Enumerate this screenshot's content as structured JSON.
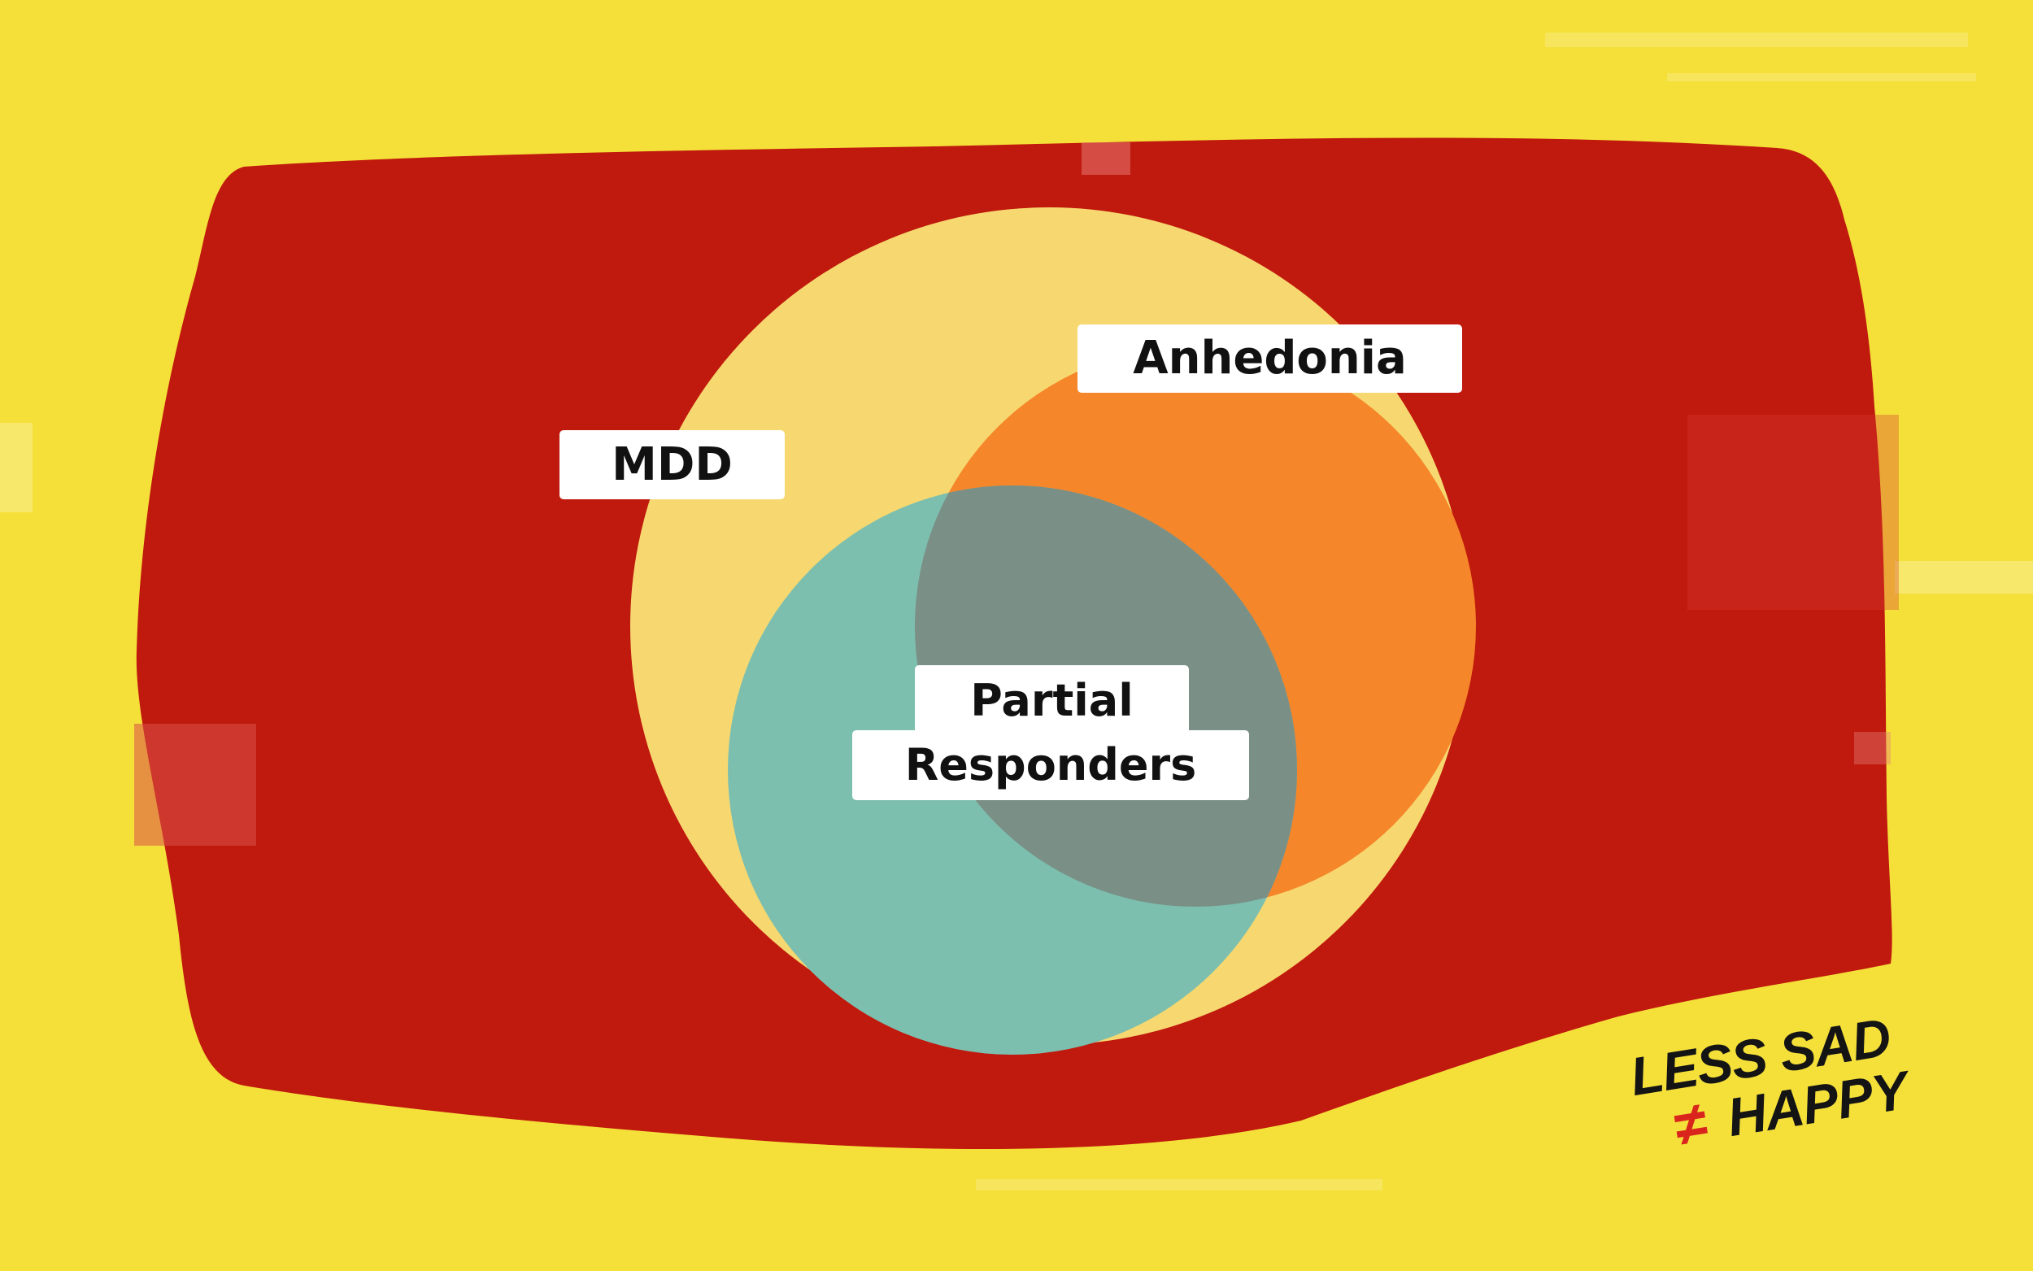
{
  "diagram": {
    "sets": [
      {
        "id": "mdd",
        "label": "MDD",
        "color": "#f7d870"
      },
      {
        "id": "anhedonia",
        "label": "Anhedonia",
        "color": "#f5862a"
      },
      {
        "id": "partial",
        "label_line1": "Partial",
        "label_line2": "Responders",
        "color": "#7dbfae"
      }
    ],
    "overlap_color": "#7a8f86"
  },
  "colors": {
    "background": "#f5e03a",
    "brush_stroke": "#c0190d",
    "label_bg": "#ffffff",
    "label_text": "#111111"
  },
  "logo": {
    "line1": "LESS SAD",
    "symbol": "≠",
    "line2": "HAPPY",
    "symbol_color": "#d9251c"
  }
}
